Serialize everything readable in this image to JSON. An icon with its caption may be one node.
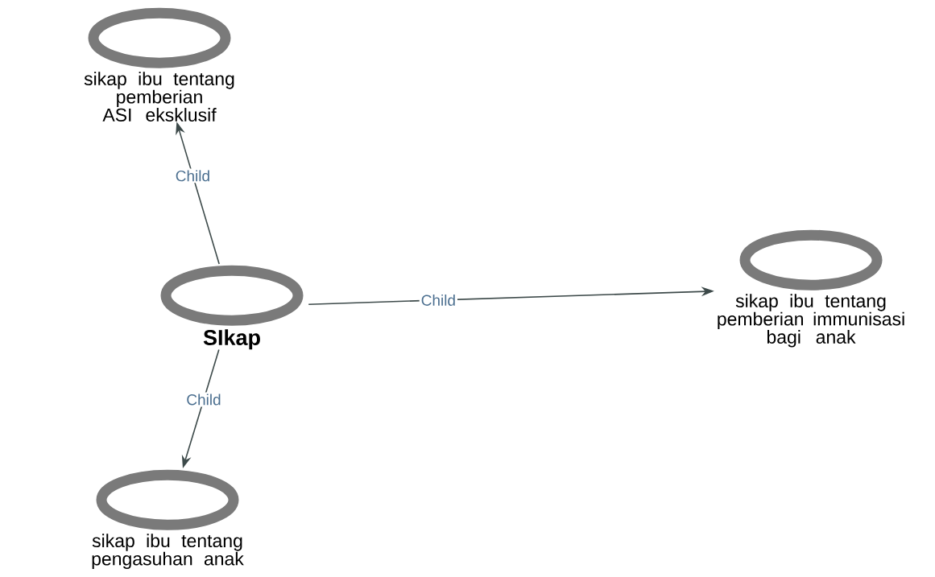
{
  "diagram": {
    "nodes": [
      {
        "text": [
          "SIkap"
        ]
      },
      {
        "text": [
          "sikap ibu tentang pemberian ASI eksklusif"
        ]
      },
      {
        "text": [
          "sikap ibu tentang pemberian immunisasi bagi anak"
        ]
      },
      {
        "text": [
          "sikap ibu tentang pengasuhan anak"
        ]
      }
    ],
    "edges": [
      {
        "from": 0,
        "to": 1,
        "arrow": "to",
        "label": "Child"
      },
      {
        "from": 0,
        "to": 2,
        "arrow": "to",
        "label": "Child"
      },
      {
        "from": 0,
        "to": 3,
        "arrow": "to",
        "label": "Child"
      }
    ]
  }
}
